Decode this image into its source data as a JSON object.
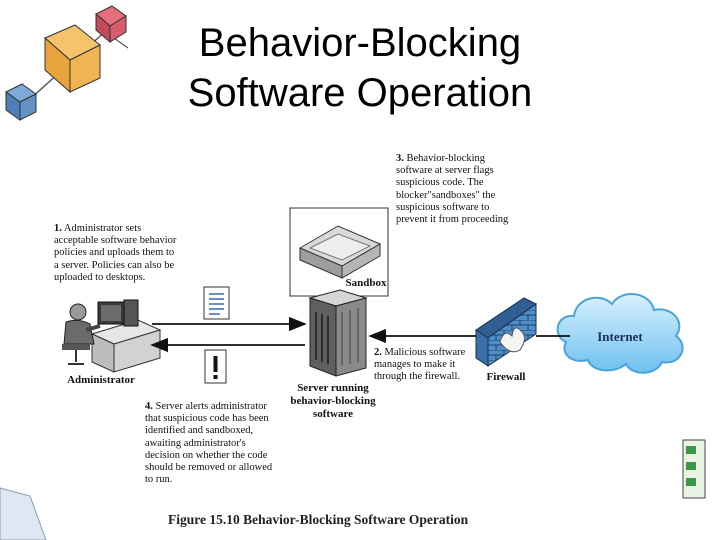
{
  "slide": {
    "title_line1": "Behavior-Blocking",
    "title_line2": "Software Operation"
  },
  "diagram": {
    "labels": {
      "administrator": "Administrator",
      "server_line1": "Server running",
      "server_line2": "behavior-blocking",
      "server_line3": "software",
      "sandbox": "Sandbox",
      "firewall": "Firewall",
      "internet": "Internet"
    },
    "steps": [
      {
        "number": "1.",
        "lines": [
          "Administrator sets",
          "acceptable software behavior",
          "policies and uploads them to",
          "a server. Policies can also be",
          "uploaded to desktops."
        ]
      },
      {
        "number": "2.",
        "lines": [
          "Malicious software",
          "manages to make it",
          "through the firewall."
        ]
      },
      {
        "number": "3.",
        "lines": [
          "Behavior-blocking",
          "software at server flags",
          "suspicious code. The",
          "blocker\"sandboxes\" the",
          "suspicious software to",
          "prevent it from proceeding"
        ]
      },
      {
        "number": "4.",
        "lines": [
          "Server alerts administrator",
          "that suspicious code has been",
          "identified and sandboxed,",
          "awaiting administrator's",
          "decision on whether the code",
          "should be removed or allowed",
          "to run."
        ]
      }
    ],
    "caption": "Figure 15.10  Behavior-Blocking Software Operation"
  }
}
